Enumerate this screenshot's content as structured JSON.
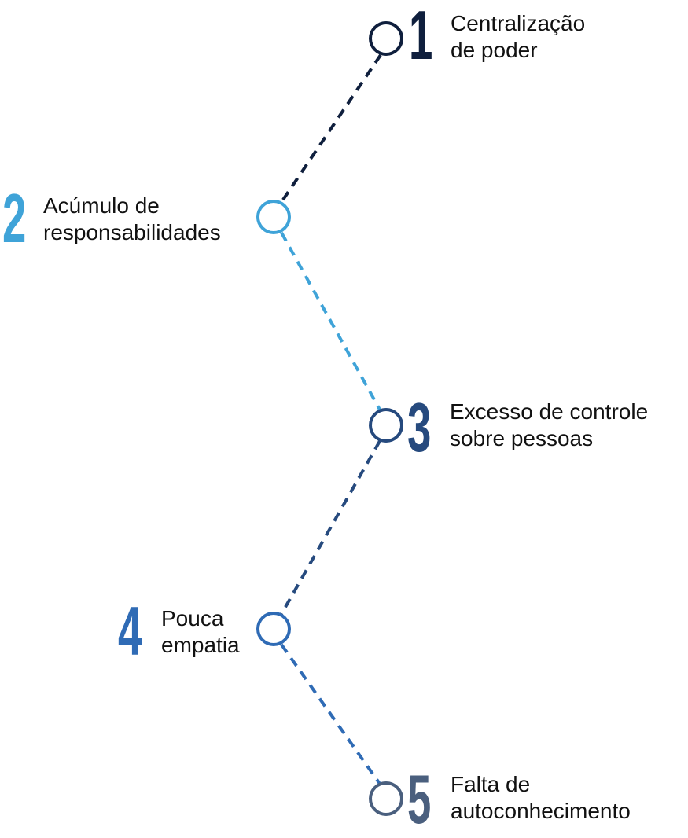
{
  "colors": {
    "c1": "#0f1f3d",
    "c2": "#3fa3d8",
    "c3": "#264a7e",
    "c4": "#2f6bb5",
    "c5": "#4a5f7e"
  },
  "items": [
    {
      "number": "1",
      "line1": "Centralização",
      "line2": "de poder"
    },
    {
      "number": "2",
      "line1": "Acúmulo de",
      "line2": "responsabilidades"
    },
    {
      "number": "3",
      "line1": "Excesso de controle",
      "line2": "sobre pessoas"
    },
    {
      "number": "4",
      "line1": "Pouca",
      "line2": "empatia"
    },
    {
      "number": "5",
      "line1": "Falta de",
      "line2": "autoconhecimento"
    }
  ]
}
